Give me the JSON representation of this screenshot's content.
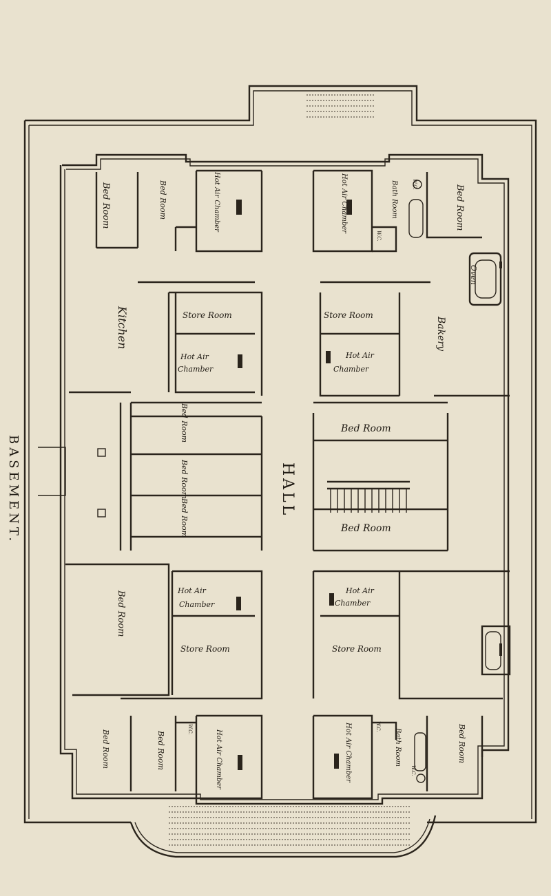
{
  "plan": {
    "title": "BASEMENT.",
    "hall": "HALL",
    "rooms": {
      "bed_tl1": "Bed Room",
      "bed_tl2": "Bed Room",
      "hot_tl": "Hot Air Chamber",
      "hot_tr": "Hot Air Chamber",
      "bath_tr": "Bath Room",
      "wc_tr1": "W.C.",
      "wc_tr2": "W.C.",
      "bed_tr": "Bed Room",
      "oven": "Oven",
      "bakery": "Bakery",
      "kitchen": "Kitchen",
      "store_l1": "Store Room",
      "hot_l1a": "Hot Air",
      "hot_l1b": "Chamber",
      "store_r1": "Store Room",
      "hot_r1a": "Hot Air",
      "hot_r1b": "Chamber",
      "bed_m1": "Bed Room",
      "bed_m2": "Bed Room",
      "bed_m3": "Bed Room",
      "bed_r1": "Bed Room",
      "bed_r2": "Bed Room",
      "bed_l_low": "Bed Room",
      "hot_l2a": "Hot Air",
      "hot_l2b": "Chamber",
      "store_l2": "Store Room",
      "hot_r2a": "Hot Air",
      "hot_r2b": "Chamber",
      "store_r2": "Store Room",
      "bed_bl1": "Bed Room",
      "bed_bl2": "Bed Room",
      "wc_bl": "W.C.",
      "hot_bl": "Hot Air Chamber",
      "hot_br": "Hot Air Chamber",
      "wc_br1": "W.C.",
      "bath_br": "Bath Room",
      "wc_br2": "W.C.",
      "bed_br": "Bed Room"
    }
  }
}
